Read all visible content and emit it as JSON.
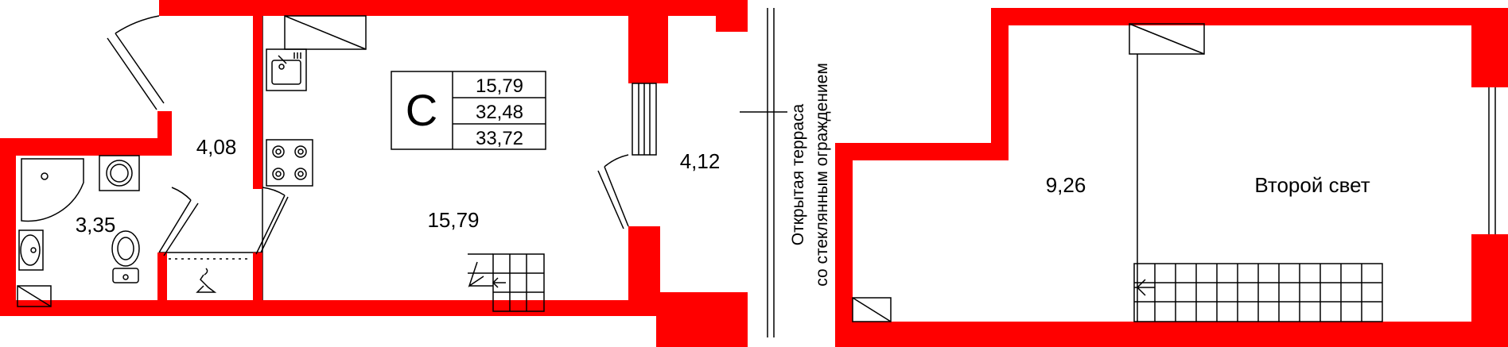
{
  "colors": {
    "wall": "#ff0000",
    "line": "#000000",
    "background": "#ffffff"
  },
  "unit_type": {
    "letter": "С",
    "values": [
      "15,79",
      "32,48",
      "33,72"
    ]
  },
  "rooms": {
    "hall": "4,08",
    "bathroom": "3,35",
    "main_room": "15,79",
    "balcony": "4,12",
    "mezzanine": "9,26",
    "second_light": "Второй свет"
  },
  "terrace": {
    "line1": "Открытая терраса",
    "line2": "со стеклянным ограждением"
  },
  "icons": [
    "sink-icon",
    "stove-icon",
    "shower-icon",
    "washing-machine-icon",
    "toilet-icon",
    "bathroom-sink-icon",
    "hanger-icon",
    "staircase-icon"
  ]
}
